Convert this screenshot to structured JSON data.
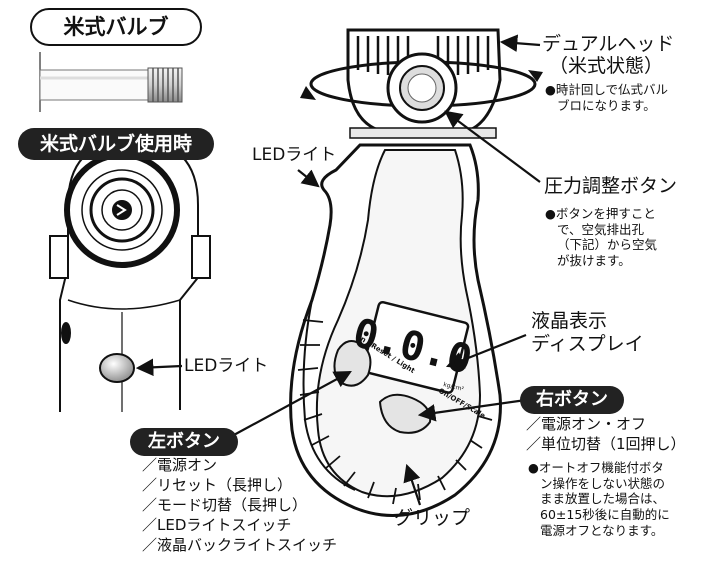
{
  "left": {
    "title": "米式バルブ",
    "inuse_title": "米式バルブ使用時",
    "led_label": "LEDライト"
  },
  "gauge": {
    "screen_text": "0.0.0",
    "screen_unit": "kg/cm²",
    "left_button_print": "On / Reset / Light",
    "right_button_print": "On/OFF/Scale"
  },
  "callouts": {
    "dual_head": {
      "title": "デュアルヘッド",
      "sub": "（米式状態）",
      "note": [
        "●時計回しで仏式バル",
        "ブロになります。"
      ]
    },
    "led": "LEDライト",
    "pressure_button": {
      "title": "圧力調整ボタン",
      "note": [
        "●ボタンを押すこと",
        "で、空気排出孔",
        "（下記）から空気",
        "が抜けます。"
      ]
    },
    "lcd": [
      "液晶表示",
      "ディスプレイ"
    ],
    "right_button": {
      "title": "右ボタン",
      "items": [
        "／電源オン・オフ",
        "／単位切替（1回押し）"
      ],
      "note": [
        "●オートオフ機能付ボタ",
        "ン操作をしない状態の",
        "まま放置した場合は、",
        "60±15秒後に自動的に",
        "電源オフとなります。"
      ]
    },
    "left_button": {
      "title": "左ボタン",
      "items": [
        "／電源オン",
        "／リセット（長押し）",
        "／モード切替（長押し）",
        "／LEDライトスイッチ",
        "／液晶バックライトスイッチ"
      ]
    },
    "grip": "グリップ"
  }
}
